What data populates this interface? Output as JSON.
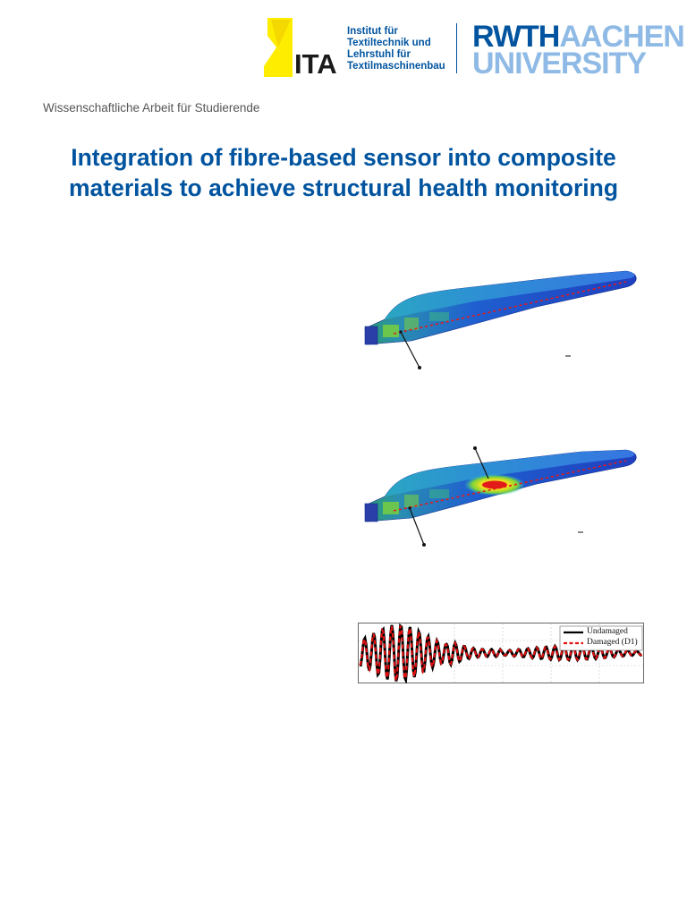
{
  "header": {
    "ita_logo": {
      "label": "ITA",
      "colors": {
        "yellow": "#ffed00",
        "dark": "#1a1a1a"
      }
    },
    "ita_lines": [
      "Institut für",
      "Textiltechnik und",
      "Lehrstuhl für",
      "Textilmaschinenbau"
    ],
    "rwth_logo": {
      "word1": "RWTH",
      "word2": "AACHEN",
      "word3": "UNIVERSITY",
      "colors": {
        "blue": "#00549f",
        "light": "#8ebae5"
      }
    }
  },
  "subtitle": "Wissenschaftliche Arbeit für Studierende",
  "title_lines": [
    "Integration of fibre-based sensor into composite",
    "materials to achieve structural health monitoring"
  ],
  "figures": {
    "blade_undamaged": {
      "colors": [
        "#1f3fbf",
        "#28c8c8",
        "#7cd23a",
        "#f2e21e",
        "#e21a1a"
      ]
    },
    "blade_damaged": {
      "colors": [
        "#1f3fbf",
        "#28c8c8",
        "#7cd23a",
        "#f2e21e",
        "#e21a1a"
      ]
    },
    "signal_plot": {
      "legend": [
        {
          "label": "Undamaged",
          "color": "#000000",
          "style": "solid"
        },
        {
          "label": "Damaged (D1)",
          "color": "#e01010",
          "style": "dashed"
        }
      ]
    }
  }
}
